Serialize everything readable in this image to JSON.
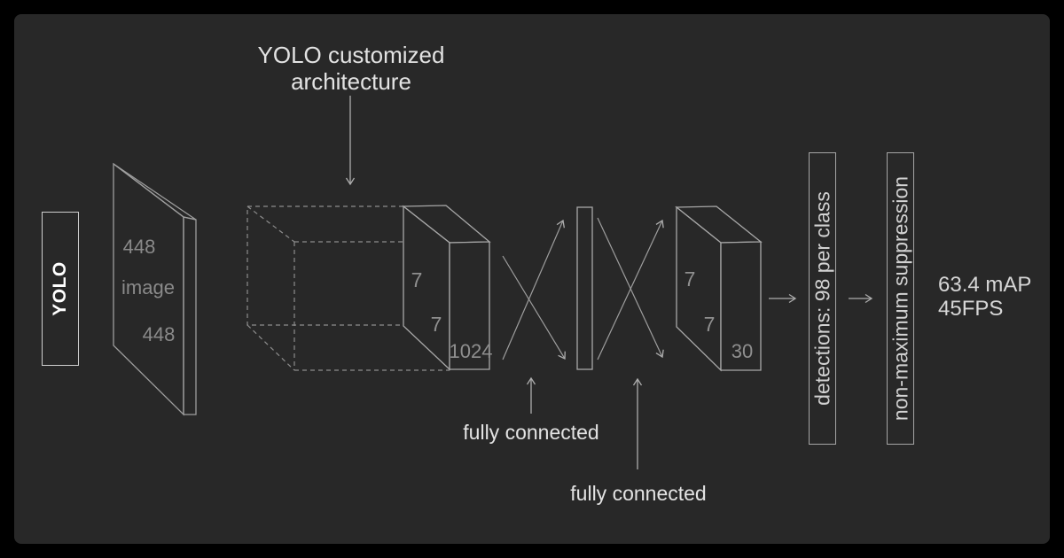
{
  "colors": {
    "background": "#000000",
    "panel": "#282828",
    "line": "#9e9e9e",
    "dashed_line": "#8d8d8d",
    "arrow": "#adadad",
    "text_bright": "#e3e3e3",
    "text_dim": "#8f8f8f",
    "text_white": "#ffffff"
  },
  "title": "YOLO customized architecture",
  "input": {
    "label": "YOLO",
    "slab": {
      "dim_top": "448",
      "name": "image",
      "dim_bottom": "448"
    }
  },
  "conv_block": {
    "height": "7",
    "width": "7",
    "depth": "1024"
  },
  "output_block": {
    "height": "7",
    "width": "7",
    "depth": "30"
  },
  "fc": {
    "first": "fully connected",
    "second": "fully connected"
  },
  "post": {
    "detections": "detections: 98 per class",
    "nms": "non-maximum suppression",
    "metrics_line1": "63.4 mAP",
    "metrics_line2": "45FPS"
  }
}
